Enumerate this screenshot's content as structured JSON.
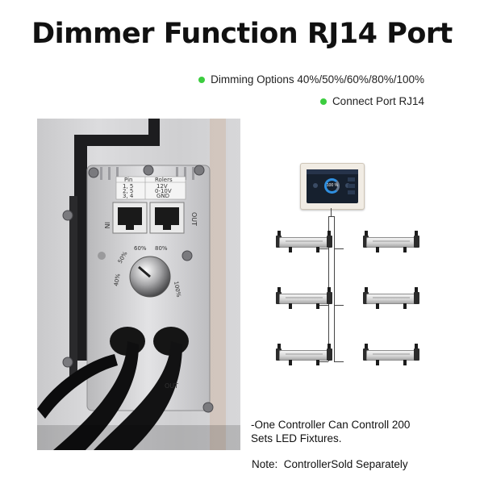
{
  "title": "Dimmer Function RJ14 Port",
  "bullets": [
    {
      "text": "Dimming Options 40%/50%/60%/80%/100%"
    },
    {
      "text": "Connect Port RJ14"
    }
  ],
  "colors": {
    "bullet_dot": "#3ccd3f"
  },
  "photo": {
    "port_in_label": "IN",
    "port_out_label": "OUT",
    "table_header": [
      "Pin",
      "Rolers"
    ],
    "table_rows": [
      [
        "1, 5",
        "12V"
      ],
      [
        "2, 5",
        "0-10V"
      ],
      [
        "3, 4",
        "GND"
      ]
    ],
    "dial_labels": [
      "60%",
      "80%",
      "50%",
      "40%",
      "100%"
    ],
    "case_label": "OUT"
  },
  "diagram": {
    "controller_screen_value": "100 %",
    "fixture_count": 6
  },
  "caption_lines": [
    "-One Controller Can Controll 200",
    "Sets LED Fixtures."
  ],
  "note": "Note:  ControllerSold Separately"
}
